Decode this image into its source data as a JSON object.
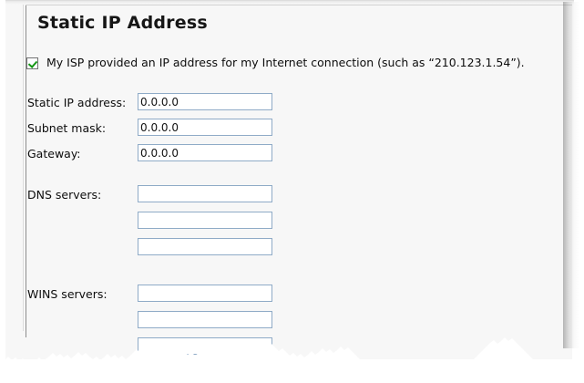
{
  "panel": {
    "title": "Static IP Address",
    "background_color": "#f7f7f7",
    "border_color": "#8d8d8d"
  },
  "isp_checkbox": {
    "icon": "checkbox-checked-icon",
    "checked": true,
    "check_color": "#149614",
    "label": "My ISP provided an IP address for my Internet connection (such as “210.123.1.54”)."
  },
  "fields": [
    {
      "label": "Static IP address:",
      "value": "0.0.0.0",
      "placeholder": "",
      "name": "static-ip-address"
    },
    {
      "label": "Subnet mask:",
      "value": "0.0.0.0",
      "placeholder": "",
      "name": "subnet-mask"
    },
    {
      "label": "Gateway:",
      "value": "0.0.0.0",
      "placeholder": "",
      "name": "gateway"
    }
  ],
  "dns": {
    "label": "DNS servers:",
    "values": [
      "",
      "",
      ""
    ]
  },
  "wins": {
    "label": "WINS servers:",
    "values": [
      "",
      "",
      ""
    ]
  },
  "style": {
    "input_border_color": "#8fabc7",
    "input_background": "#ffffff",
    "text_color": "#0d0d0d"
  }
}
